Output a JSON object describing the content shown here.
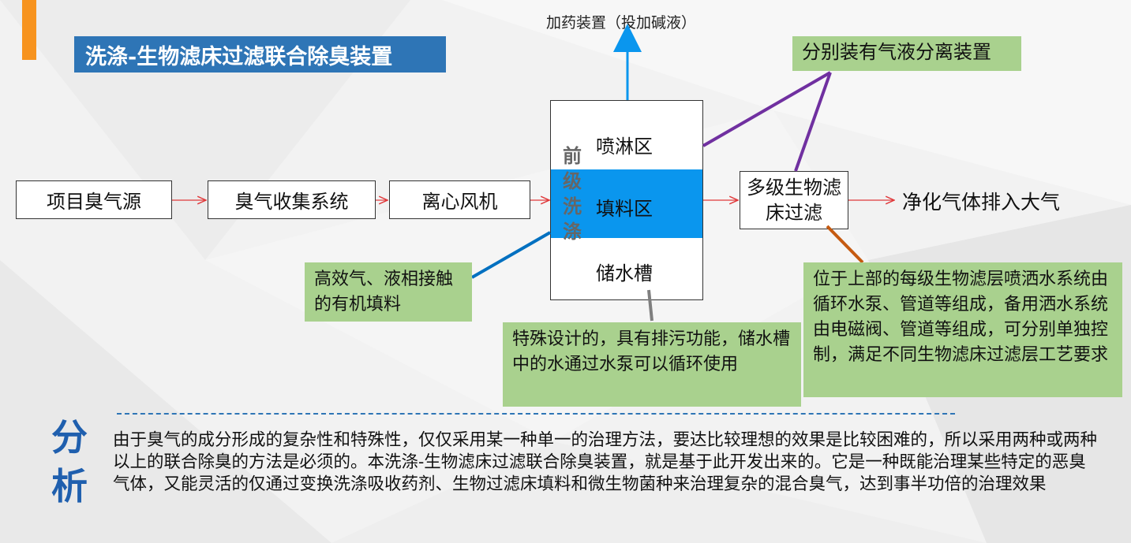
{
  "title": "洗涤-生物滤床过滤联合除臭装置",
  "flow": {
    "source": "项目臭气源",
    "collect": "臭气收集系统",
    "fan": "离心风机",
    "prewash_label": "前级洗涤",
    "zone_spray": "喷淋区",
    "zone_fill": "填料区",
    "zone_tank": "储水槽",
    "bio_filter": "多级生物滤床过滤",
    "outlet": "净化气体排入大气",
    "dosing": "加药装置（投加碱液）"
  },
  "notes": {
    "separator": "分别装有气液分离装置",
    "packing": "高效气、液相接触的有机填料",
    "tank": "特殊设计的，具有排污功能，储水槽中的水通过水泵可以循环使用",
    "spray": "位于上部的每级生物滤层喷洒水系统由循环水泵、管道等组成，备用洒水系统由电磁阀、管道等组成，可分别单独控制，满足不同生物滤床过滤层工艺要求"
  },
  "analysis": {
    "heading": "分析",
    "text": "由于臭气的成分形成的复杂性和特殊性，仅仅采用某一种单一的治理方法，要达比较理想的效果是比较困难的，所以采用两种或两种以上的联合除臭的方法是必须的。本洗涤-生物滤床过滤联合除臭装置，就是基于此开发出来的。它是一种既能治理某些特定的恶臭气体，又能灵活的仅通过变换洗涤吸收药剂、生物过滤床填料和微生物菌种来治理复杂的混合臭气，达到事半功倍的治理效果"
  },
  "colors": {
    "title_bg": "#2e75b6",
    "fill_zone": "#0a96ee",
    "note_bg": "#a9d18e",
    "accent": "#f7931e",
    "arrow_red": "#e0393b",
    "dosing_arrow": "#0a96ee",
    "separator_line": "#7030a0",
    "packing_line": "#0070c0",
    "tank_line": "#7f7f7f",
    "spray_line": "#c55a11"
  }
}
